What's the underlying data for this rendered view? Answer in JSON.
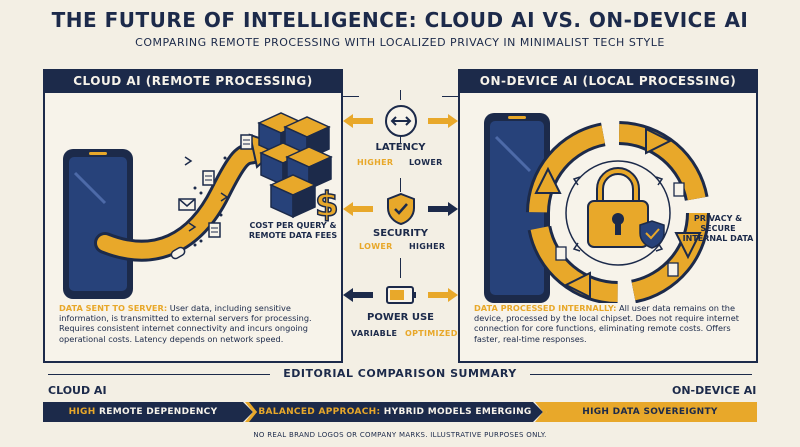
{
  "header": {
    "title": "THE FUTURE OF INTELLIGENCE: CLOUD AI VS. ON-DEVICE AI",
    "subtitle": "COMPARING REMOTE PROCESSING WITH LOCALIZED PRIVACY IN MINIMALIST TECH STYLE"
  },
  "cloud": {
    "heading": "CLOUD AI (REMOTE PROCESSING)",
    "fee_note": "COST PER QUERY & REMOTE DATA FEES",
    "caption_lead": "DATA SENT TO SERVER:",
    "caption_body": " User data, including sensitive information, is transmitted to external servers for processing. Requires consistent internet connectivity and incurs ongoing operational costs. Latency depends on network speed."
  },
  "device": {
    "heading": "ON-DEVICE AI (LOCAL PROCESSING)",
    "privacy_note": "PRIVACY & SECURE INTERNAL DATA",
    "caption_lead": "DATA PROCESSED INTERNALLY:",
    "caption_body": " All user data remains on the device, processed by the local chipset. Does not require internet connection for core functions, eliminating remote costs. Offers faster, real-time responses."
  },
  "metrics": [
    {
      "name": "LATENCY",
      "left": "HIGHER",
      "right": "LOWER",
      "icon": "double-arrow-icon"
    },
    {
      "name": "SECURITY",
      "left": "LOWER",
      "right": "HIGHER",
      "icon": "shield-check-icon"
    },
    {
      "name": "POWER USE",
      "left": "VARIABLE",
      "right": "OPTIMIZED",
      "icon": "battery-icon"
    }
  ],
  "summary": {
    "title": "EDITORIAL COMPARISON SUMMARY",
    "left_label": "CLOUD AI",
    "right_label": "ON-DEVICE AI",
    "seg1_lead": "HIGH",
    "seg1_rest": " REMOTE DEPENDENCY",
    "seg2_lead": "BALANCED APPROACH:",
    "seg2_rest": " HYBRID MODELS EMERGING",
    "seg3": "HIGH DATA SOVEREIGNTY"
  },
  "footnote": "NO REAL BRAND LOGOS OR COMPANY MARKS. ILLUSTRATIVE PURPOSES ONLY.",
  "colors": {
    "navy": "#1c2a4a",
    "gold": "#e8a82a",
    "background": "#f3efe4"
  }
}
